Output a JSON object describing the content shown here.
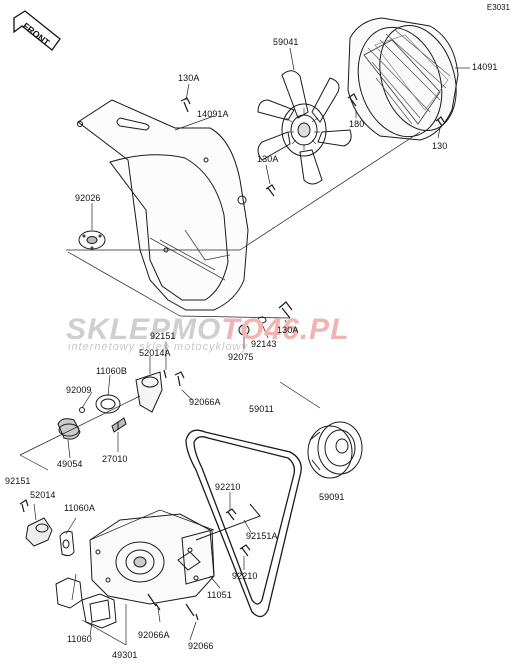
{
  "diagram_code": "E3031",
  "front_marker": "FRONT",
  "watermark": {
    "brand_left": "SKLEPMO",
    "brand_right": "TO46.PL",
    "tagline": "internetowy sklep motocyklowy"
  },
  "labels": {
    "p130A_top": "130A",
    "p59041": "59041",
    "p14091": "14091",
    "p14091A": "14091A",
    "p180": "180",
    "p130": "130",
    "p130A_mid": "130A",
    "p92026": "92026",
    "p130A_low": "130A",
    "p92143": "92143",
    "p92151_top": "92151",
    "p92075": "92075",
    "p52014A": "52014A",
    "p11060B": "11060B",
    "p92009": "92009",
    "p92066A_top": "92066A",
    "p49054": "49054",
    "p27010": "27010",
    "p59011": "59011",
    "p92151_left": "92151",
    "p52014": "52014",
    "p11060A": "11060A",
    "p92210_top": "92210",
    "p92151A": "92151A",
    "p92210_mid": "92210",
    "p59091": "59091",
    "p11051": "11051",
    "p11060": "11060",
    "p92066A_low": "92066A",
    "p92066": "92066",
    "p49301": "49301"
  }
}
